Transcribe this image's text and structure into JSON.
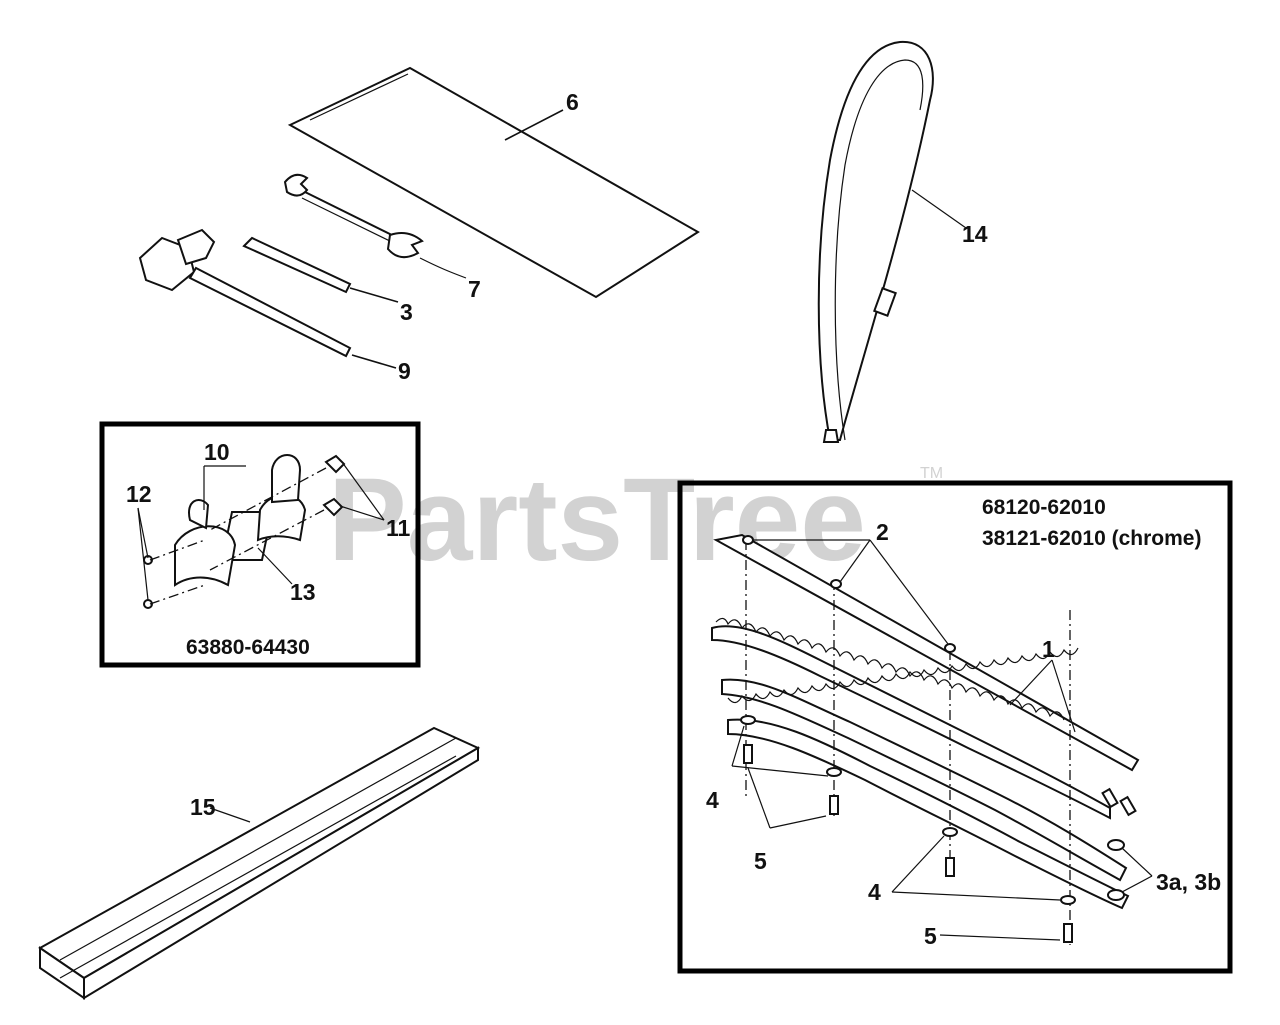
{
  "watermark": {
    "brand": "PartsTree",
    "trademark": "TM"
  },
  "labels": {
    "p1": "1",
    "p2": "2",
    "p3": "3",
    "p3ab": "3a, 3b",
    "p4a": "4",
    "p4b": "4",
    "p5a": "5",
    "p5b": "5",
    "p6": "6",
    "p7": "7",
    "p9": "9",
    "p10": "10",
    "p11": "11",
    "p12": "12",
    "p13": "13",
    "p14": "14",
    "p15": "15"
  },
  "assemblies": {
    "handle_kit": {
      "part_number": "63880-64430"
    },
    "blade_kit": {
      "part_number": "68120-62010",
      "part_number_alt": "38121-62010 (chrome)"
    }
  }
}
